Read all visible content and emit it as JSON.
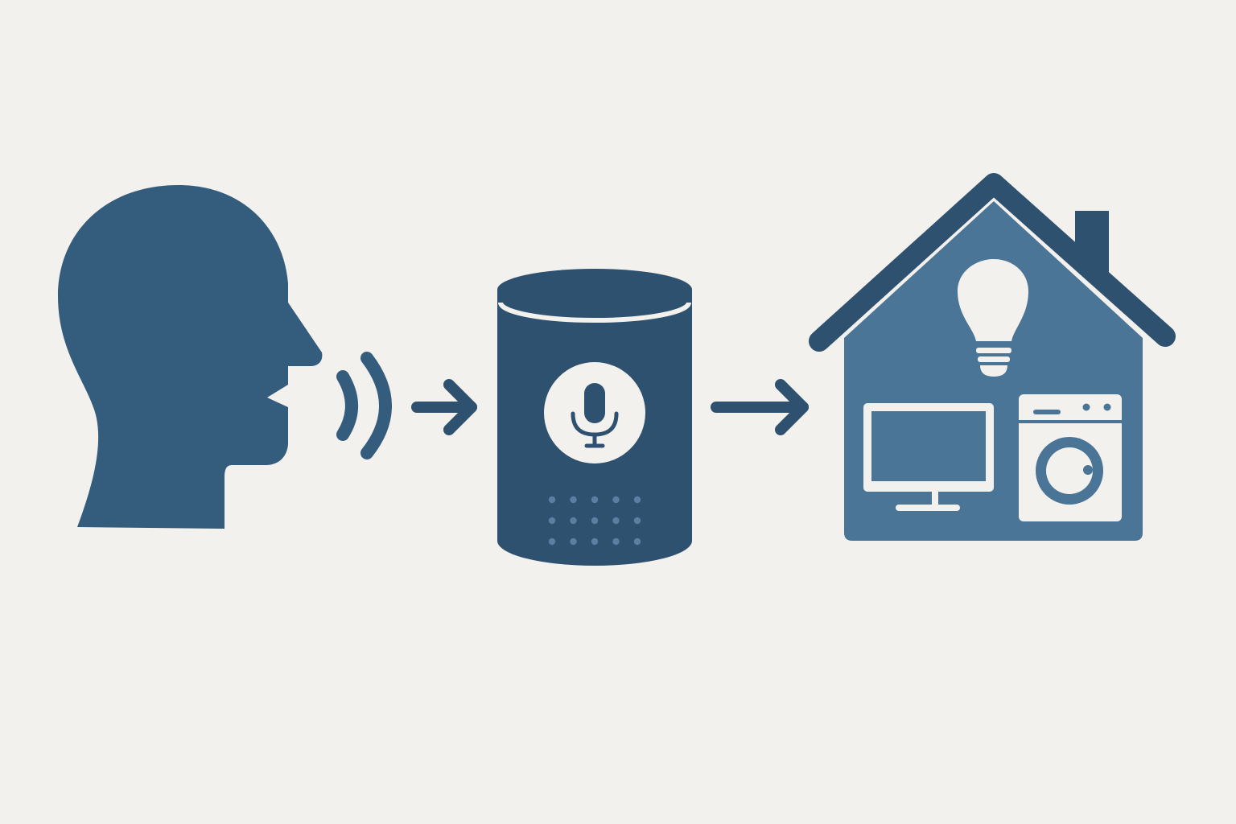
{
  "colors": {
    "background": "#f3f1ed",
    "dark_navy": "#2f5170",
    "head_blue": "#335c7d",
    "house_blue": "#4b7597",
    "light_fill": "#f3f1ed",
    "dot_blue": "#5a7fa0"
  },
  "nodes": [
    {
      "id": "person",
      "icon": "speaking-head-icon"
    },
    {
      "id": "voice-assistant",
      "icon": "smart-speaker-icon"
    },
    {
      "id": "smart-home",
      "icon": "house-icon"
    }
  ],
  "edges": [
    {
      "from": "person",
      "to": "voice-assistant",
      "icon": "sound-waves-icon"
    },
    {
      "from": "person",
      "to": "voice-assistant",
      "icon": "arrow-right-icon"
    },
    {
      "from": "voice-assistant",
      "to": "smart-home",
      "icon": "arrow-right-icon"
    }
  ],
  "house_devices": [
    "light-bulb-icon",
    "monitor-icon",
    "washing-machine-icon"
  ],
  "speaker_grille": {
    "rows": 3,
    "columns": 5
  }
}
